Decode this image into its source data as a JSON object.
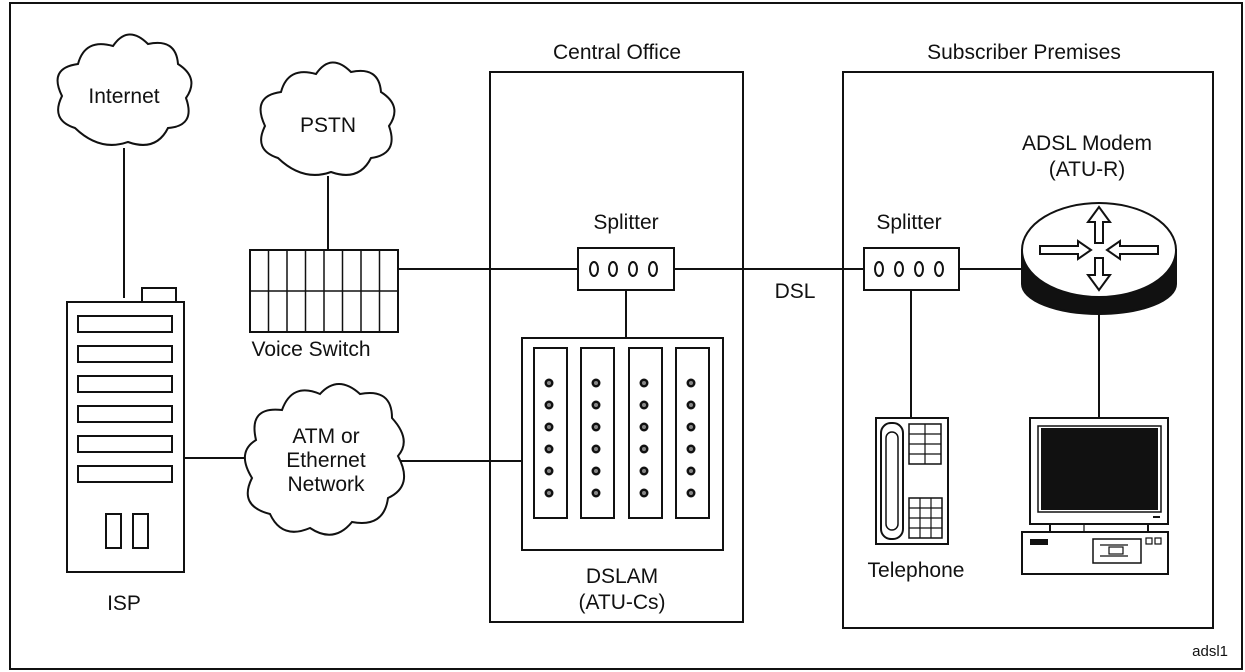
{
  "regions": {
    "central_office": "Central Office",
    "subscriber_premises": "Subscriber Premises"
  },
  "nodes": {
    "internet": "Internet",
    "pstn": "PSTN",
    "voice_switch": "Voice Switch",
    "isp": "ISP",
    "network_line1": "ATM or",
    "network_line2": "Ethernet",
    "network_line3": "Network",
    "co_splitter": "Splitter",
    "sub_splitter": "Splitter",
    "dslam_line1": "DSLAM",
    "dslam_line2": "(ATU-Cs)",
    "modem_line1": "ADSL Modem",
    "modem_line2": "(ATU-R)",
    "telephone": "Telephone"
  },
  "links": {
    "dsl": "DSL"
  },
  "figure_id": "adsl1",
  "colors": {
    "stroke": "#111111",
    "background": "#ffffff",
    "screen": "#111111"
  }
}
